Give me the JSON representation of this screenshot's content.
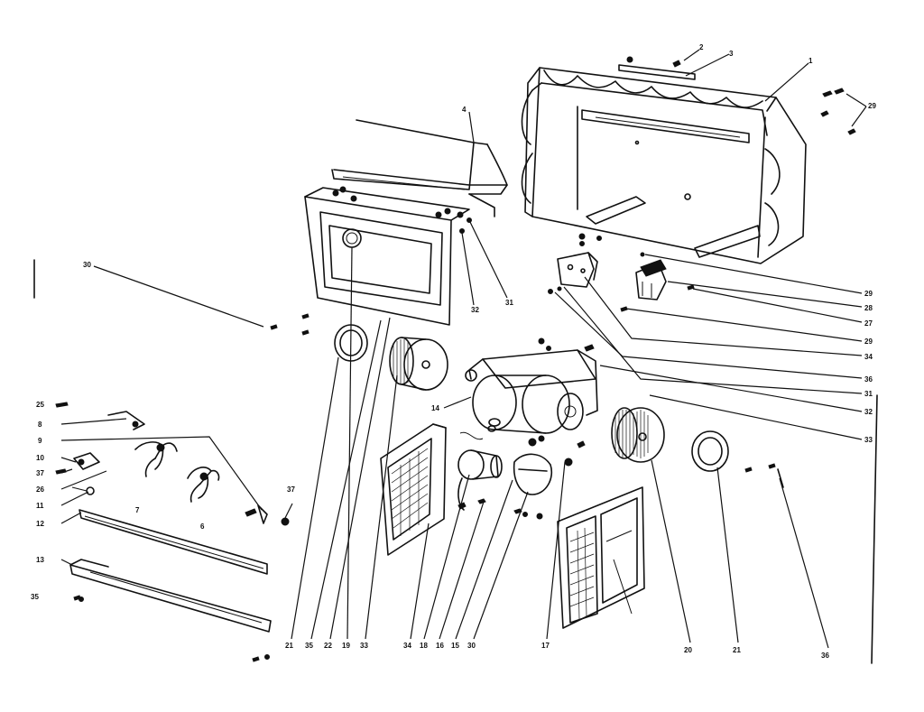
{
  "diagram": {
    "callouts": [
      {
        "id": "c-1",
        "label": "1"
      },
      {
        "id": "c-2",
        "label": "2"
      },
      {
        "id": "c-3",
        "label": "3"
      },
      {
        "id": "c-29-top",
        "label": "29"
      },
      {
        "id": "c-4",
        "label": "4"
      },
      {
        "id": "c-30-left",
        "label": "30"
      },
      {
        "id": "c-32-mid",
        "label": "32"
      },
      {
        "id": "c-31-mid",
        "label": "31"
      },
      {
        "id": "c-29-r1",
        "label": "29"
      },
      {
        "id": "c-28-r",
        "label": "28"
      },
      {
        "id": "c-27-r",
        "label": "27"
      },
      {
        "id": "c-29-r2",
        "label": "29"
      },
      {
        "id": "c-34-r",
        "label": "34"
      },
      {
        "id": "c-36-r",
        "label": "36"
      },
      {
        "id": "c-31-r",
        "label": "31"
      },
      {
        "id": "c-32-r",
        "label": "32"
      },
      {
        "id": "c-33-r",
        "label": "33"
      },
      {
        "id": "c-14",
        "label": "14"
      },
      {
        "id": "c-25",
        "label": "25"
      },
      {
        "id": "c-8",
        "label": "8"
      },
      {
        "id": "c-9",
        "label": "9"
      },
      {
        "id": "c-10",
        "label": "10"
      },
      {
        "id": "c-37-l",
        "label": "37"
      },
      {
        "id": "c-26",
        "label": "26"
      },
      {
        "id": "c-11",
        "label": "11"
      },
      {
        "id": "c-7",
        "label": "7"
      },
      {
        "id": "c-6",
        "label": "6"
      },
      {
        "id": "c-37-m",
        "label": "37"
      },
      {
        "id": "c-12",
        "label": "12"
      },
      {
        "id": "c-13",
        "label": "13"
      },
      {
        "id": "c-35-l",
        "label": "35"
      },
      {
        "id": "c-21-b",
        "label": "21"
      },
      {
        "id": "c-35-b",
        "label": "35"
      },
      {
        "id": "c-22-b",
        "label": "22"
      },
      {
        "id": "c-19-b",
        "label": "19"
      },
      {
        "id": "c-33-b",
        "label": "33"
      },
      {
        "id": "c-34-b",
        "label": "34"
      },
      {
        "id": "c-18-b",
        "label": "18"
      },
      {
        "id": "c-16-b",
        "label": "16"
      },
      {
        "id": "c-15-b",
        "label": "15"
      },
      {
        "id": "c-30-b",
        "label": "30"
      },
      {
        "id": "c-17-b",
        "label": "17"
      },
      {
        "id": "c-20-b",
        "label": "20"
      },
      {
        "id": "c-21-br",
        "label": "21"
      },
      {
        "id": "c-36-br",
        "label": "36"
      }
    ]
  }
}
